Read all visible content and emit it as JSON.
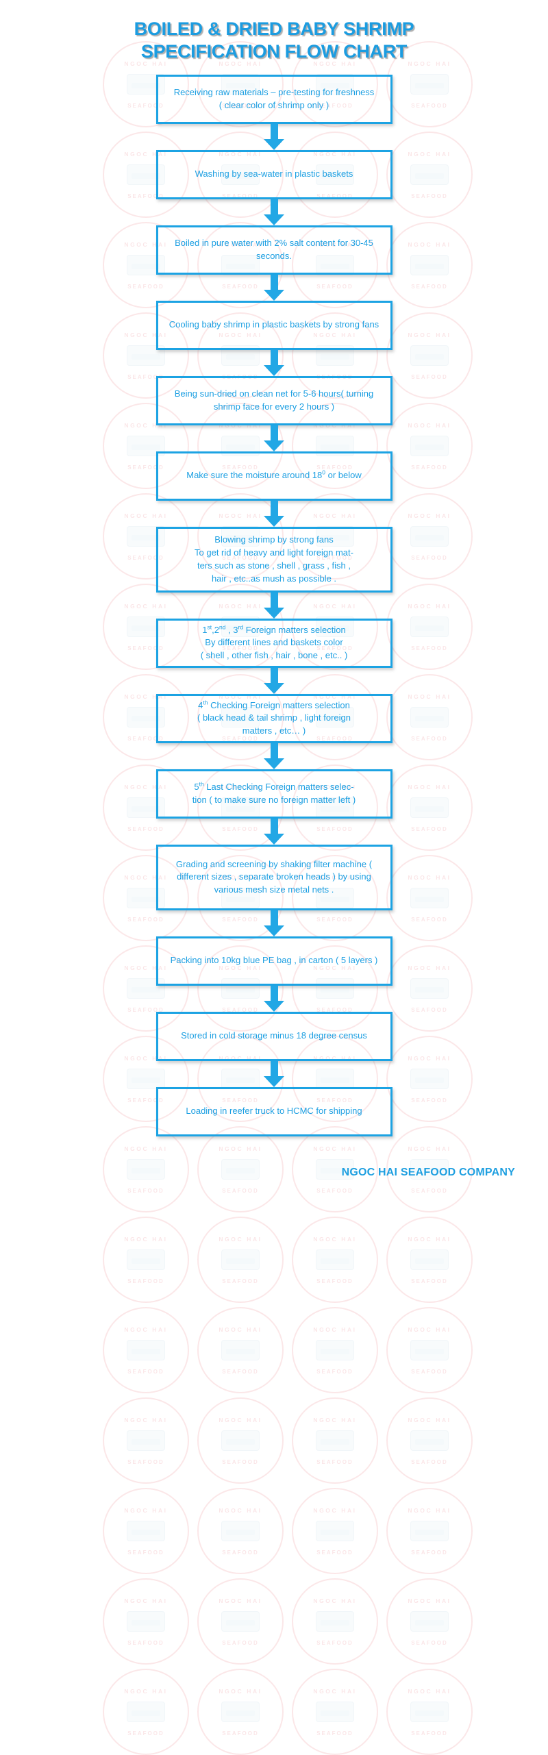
{
  "title": {
    "line1": "BOILED & DRIED BABY SHRIMP",
    "line2": "SPECIFICATION FLOW CHART",
    "color": "#1B9CE0"
  },
  "theme": {
    "accent": "#1CA3E3",
    "text": "#1C9FE2",
    "arrow": "#22A7E5",
    "watermark": "#e2545f",
    "background": "#ffffff"
  },
  "watermark": {
    "top_text": "NGOC HAI",
    "bottom_text": "SEAFOOD"
  },
  "flow": {
    "arrow_icon": "arrow-down-icon",
    "steps": [
      {
        "id": "receiving-raw-materials",
        "text": "Receiving raw materials – pre-testing for freshness\n( clear color of shrimp only )",
        "lines": 3,
        "height_class": "h-3"
      },
      {
        "id": "washing-sea-water",
        "text": "Washing by sea-water in plastic baskets",
        "lines": 1,
        "height_class": "h-3"
      },
      {
        "id": "boiled-pure-water",
        "text": "Boiled in pure water with 2% salt content for 30-45 seconds.",
        "lines": 2,
        "height_class": "h-3"
      },
      {
        "id": "cooling-baby-shrimp",
        "text": "Cooling baby shrimp in plastic baskets by strong fans",
        "lines": 2,
        "height_class": "h-3"
      },
      {
        "id": "sun-dried",
        "text": "Being sun-dried on clean net for 5-6 hours( turning shrimp face for every 2 hours )",
        "lines": 3,
        "height_class": "h-3"
      },
      {
        "id": "moisture-check",
        "html": "Make sure the moisture around 18<sup>0</sup> or below",
        "text": "Make sure the moisture around 180 or below",
        "lines": 2,
        "height_class": "h-3"
      },
      {
        "id": "blowing-shrimp",
        "text": "Blowing  shrimp by strong fans\nTo get rid of heavy and light foreign mat-\nters such as stone , shell , grass , fish ,\nhair , etc..as mush as possible .",
        "lines": 4,
        "height_class": "h-4"
      },
      {
        "id": "foreign-matters-selection-123",
        "html": "1<sup>st</sup>,2<sup>nd</sup> , 3<sup>rd</sup> Foreign matters selection<br>By different lines and baskets color<br>( shell , other fish , hair , bone , etc.. )",
        "text": "1st,2nd , 3rd Foreign matters selection By different lines and baskets color ( shell , other fish , hair , bone , etc.. )",
        "lines": 3,
        "height_class": "h-3"
      },
      {
        "id": "foreign-matters-selection-4",
        "html": "4<sup>th</sup> Checking Foreign matters selection<br>( black head &amp; tail shrimp , light foreign<br>matters , etc… )",
        "text": "4th Checking Foreign matters selection ( black head & tail shrimp , light foreign matters , etc… )",
        "lines": 3,
        "height_class": "h-3"
      },
      {
        "id": "foreign-matters-selection-5",
        "html": "5<sup>th</sup> Last Checking Foreign matters selec-<br>tion ( to make sure no foreign matter left )",
        "text": "5th Last Checking Foreign matters selection ( to make sure no foreign matter left )",
        "lines": 2,
        "height_class": "h-3"
      },
      {
        "id": "grading-screening",
        "text": "Grading and screening by shaking filter machine ( different sizes , separate broken heads ) by using various mesh size metal nets .",
        "lines": 4,
        "height_class": "h-4"
      },
      {
        "id": "packing-pe-bag",
        "text": "Packing into 10kg blue PE bag , in carton ( 5 layers )",
        "lines": 2,
        "height_class": "h-3"
      },
      {
        "id": "cold-storage",
        "text": "Stored in cold storage minus 18 degree census",
        "lines": 2,
        "height_class": "h-3"
      },
      {
        "id": "loading-reefer-truck",
        "text": "Loading in reefer truck to HCMC for shipping",
        "lines": 2,
        "height_class": "h-3"
      }
    ]
  },
  "footer": {
    "company": "NGOC HAI SEAFOOD COMPANY"
  }
}
